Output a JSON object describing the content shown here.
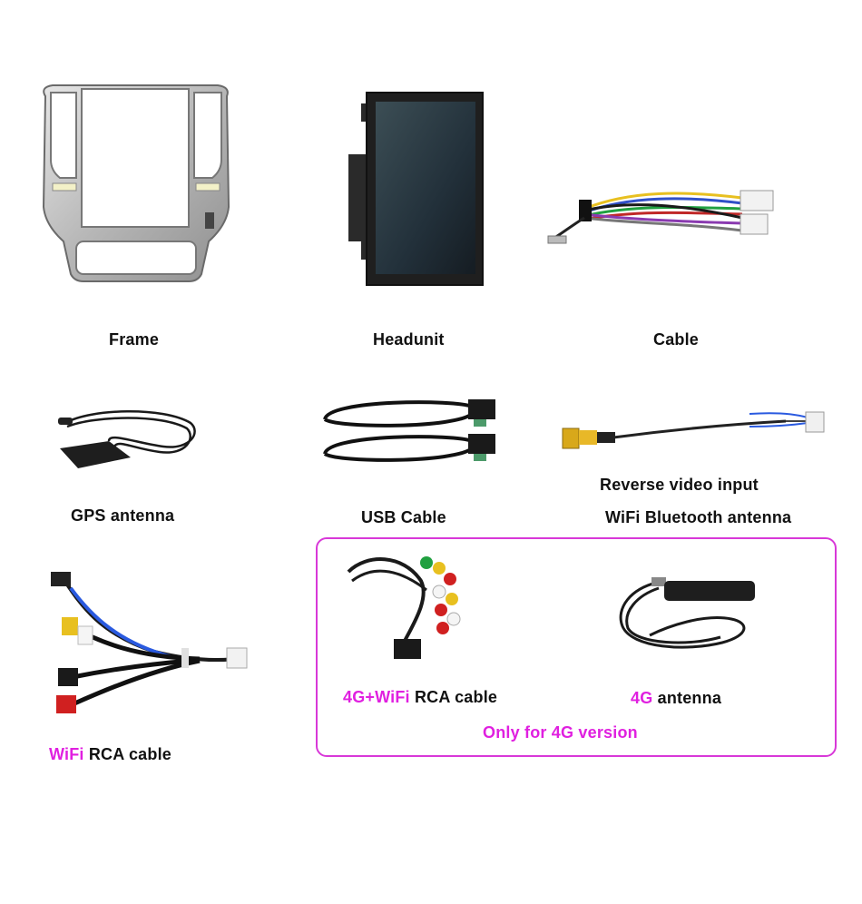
{
  "items": {
    "frame": {
      "label": "Frame"
    },
    "headunit": {
      "label": "Headunit"
    },
    "cable": {
      "label": "Cable"
    },
    "gps": {
      "label": "GPS antenna"
    },
    "usb": {
      "label": "USB Cable"
    },
    "reverse": {
      "label": "Reverse video input"
    },
    "wifi_bt": {
      "label": "WiFi Bluetooth antenna"
    },
    "wifi_rca": {
      "highlight": "WiFi",
      "label": " RCA cable"
    },
    "rca_4g_wifi": {
      "highlight": "4G+WiFi",
      "label": " RCA cable"
    },
    "antenna_4g": {
      "highlight": "4G",
      "label": " antenna"
    }
  },
  "box_4g": {
    "note": "Only for 4G version"
  },
  "colors": {
    "highlight": "#e020e0",
    "box_border": "#d838d8",
    "text": "#111111"
  }
}
